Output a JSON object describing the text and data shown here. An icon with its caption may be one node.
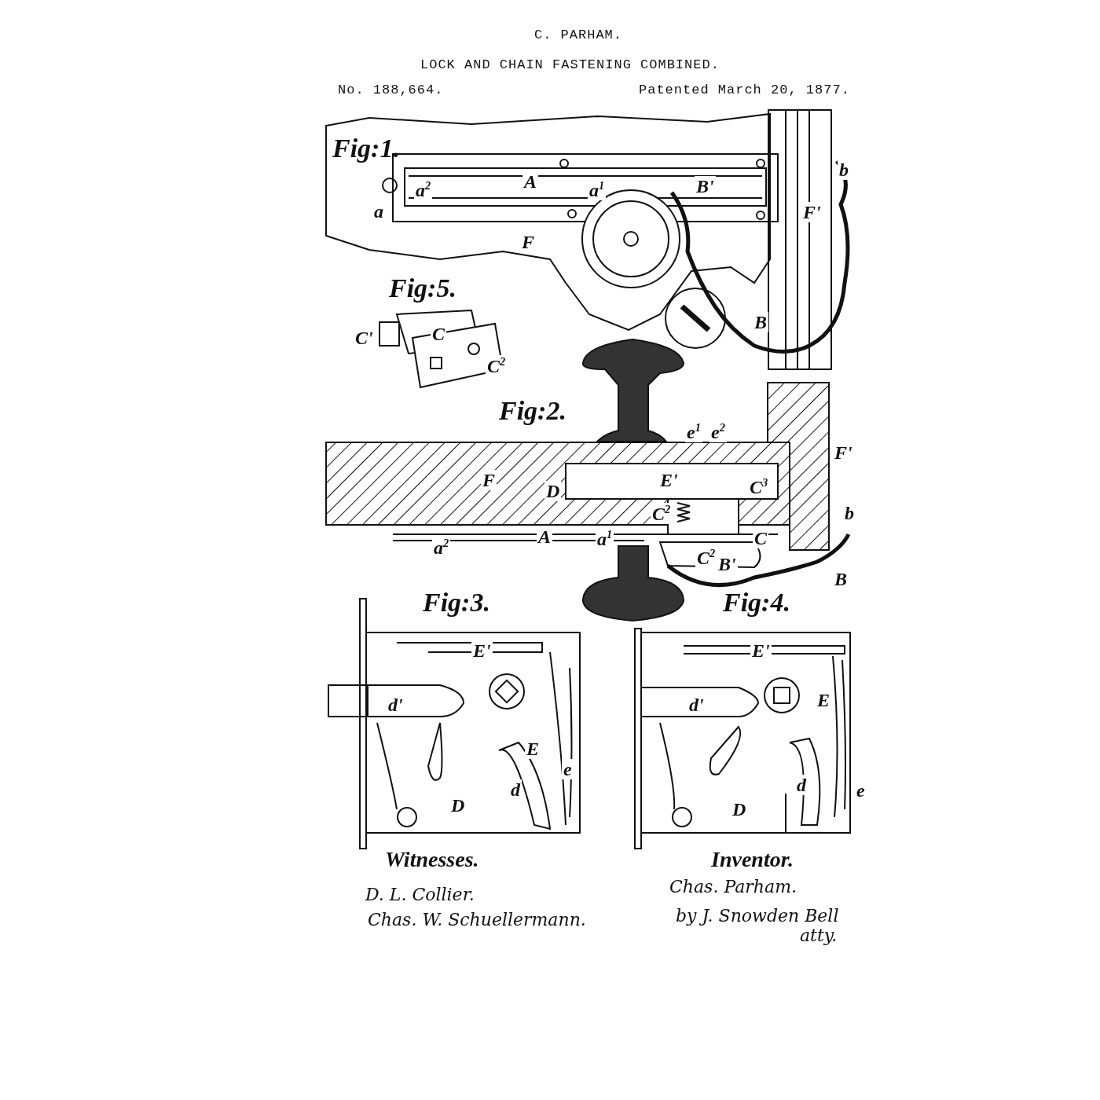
{
  "diagram": {
    "title": "LOCK AND CHAIN FASTENING COMBINED.",
    "labels": [
      "C. PARHAM.",
      "No. 188,664.",
      "Patented March 20, 1877.",
      "Fig:1.",
      "a$^{2}$",
      "A",
      "a$^{1}$",
      "B'",
      "b",
      "a",
      "F'",
      "F",
      "B",
      "Fig:5.",
      "C'",
      "C",
      "C$^{2}$",
      "Fig:2.",
      "e$^{1}$",
      "e$^{2}$",
      "F'",
      "F",
      "D",
      "E'",
      "C$^{3}$",
      "C$^{2}$",
      "b",
      "A",
      "a$^{1}$",
      "a$^{2}$",
      "C",
      "C$^{2}$",
      "B'",
      "B",
      "Fig:3.",
      "Fig:4.",
      "E'",
      "d'",
      "E",
      "e",
      "d",
      "D",
      "E'",
      "d'",
      "E",
      "e",
      "d",
      "D",
      "Witnesses.",
      "D. L. Collier.",
      "Chas. W. Schuellermann.",
      "Inventor.",
      "Chas. Parham.",
      "by J. Snowden Bell",
      "atty."
    ]
  }
}
